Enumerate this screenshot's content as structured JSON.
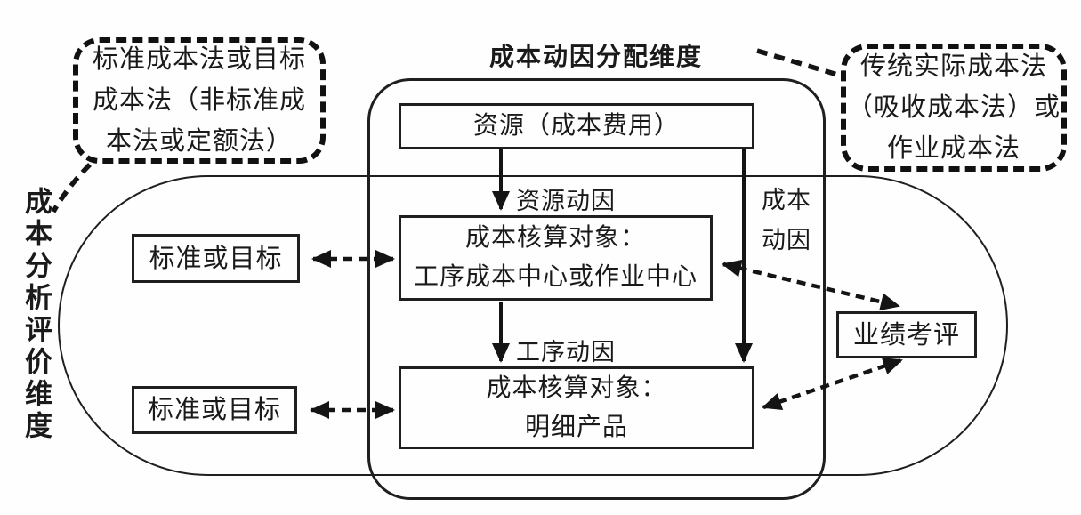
{
  "page": {
    "background": "#fefefe",
    "ink": "#1a1a1a"
  },
  "diagram": {
    "title": "成本动因分配维度",
    "left_axis": {
      "label": "成本分析评价维度"
    },
    "callouts": {
      "left": {
        "lines": [
          "标准成本法或目标",
          "成本法（非标准成",
          "本法或定额法）"
        ]
      },
      "right": {
        "lines": [
          "传统实际成本法",
          "（吸收成本法）或",
          "作业成本法"
        ]
      }
    },
    "boxes": {
      "resource": {
        "label": "资源（成本费用）"
      },
      "cost_center": {
        "lines": [
          "成本核算对象：",
          "工序成本中心或作业中心"
        ]
      },
      "product": {
        "lines": [
          "成本核算对象：",
          "明细产品"
        ]
      },
      "standard_top": {
        "label": "标准或目标"
      },
      "standard_bottom": {
        "label": "标准或目标"
      },
      "performance": {
        "label": "业绩考评"
      }
    },
    "arrow_labels": {
      "resource_driver": "资源动因",
      "process_driver": "工序动因",
      "cost_driver_lines": [
        "成本",
        "动因"
      ]
    }
  }
}
